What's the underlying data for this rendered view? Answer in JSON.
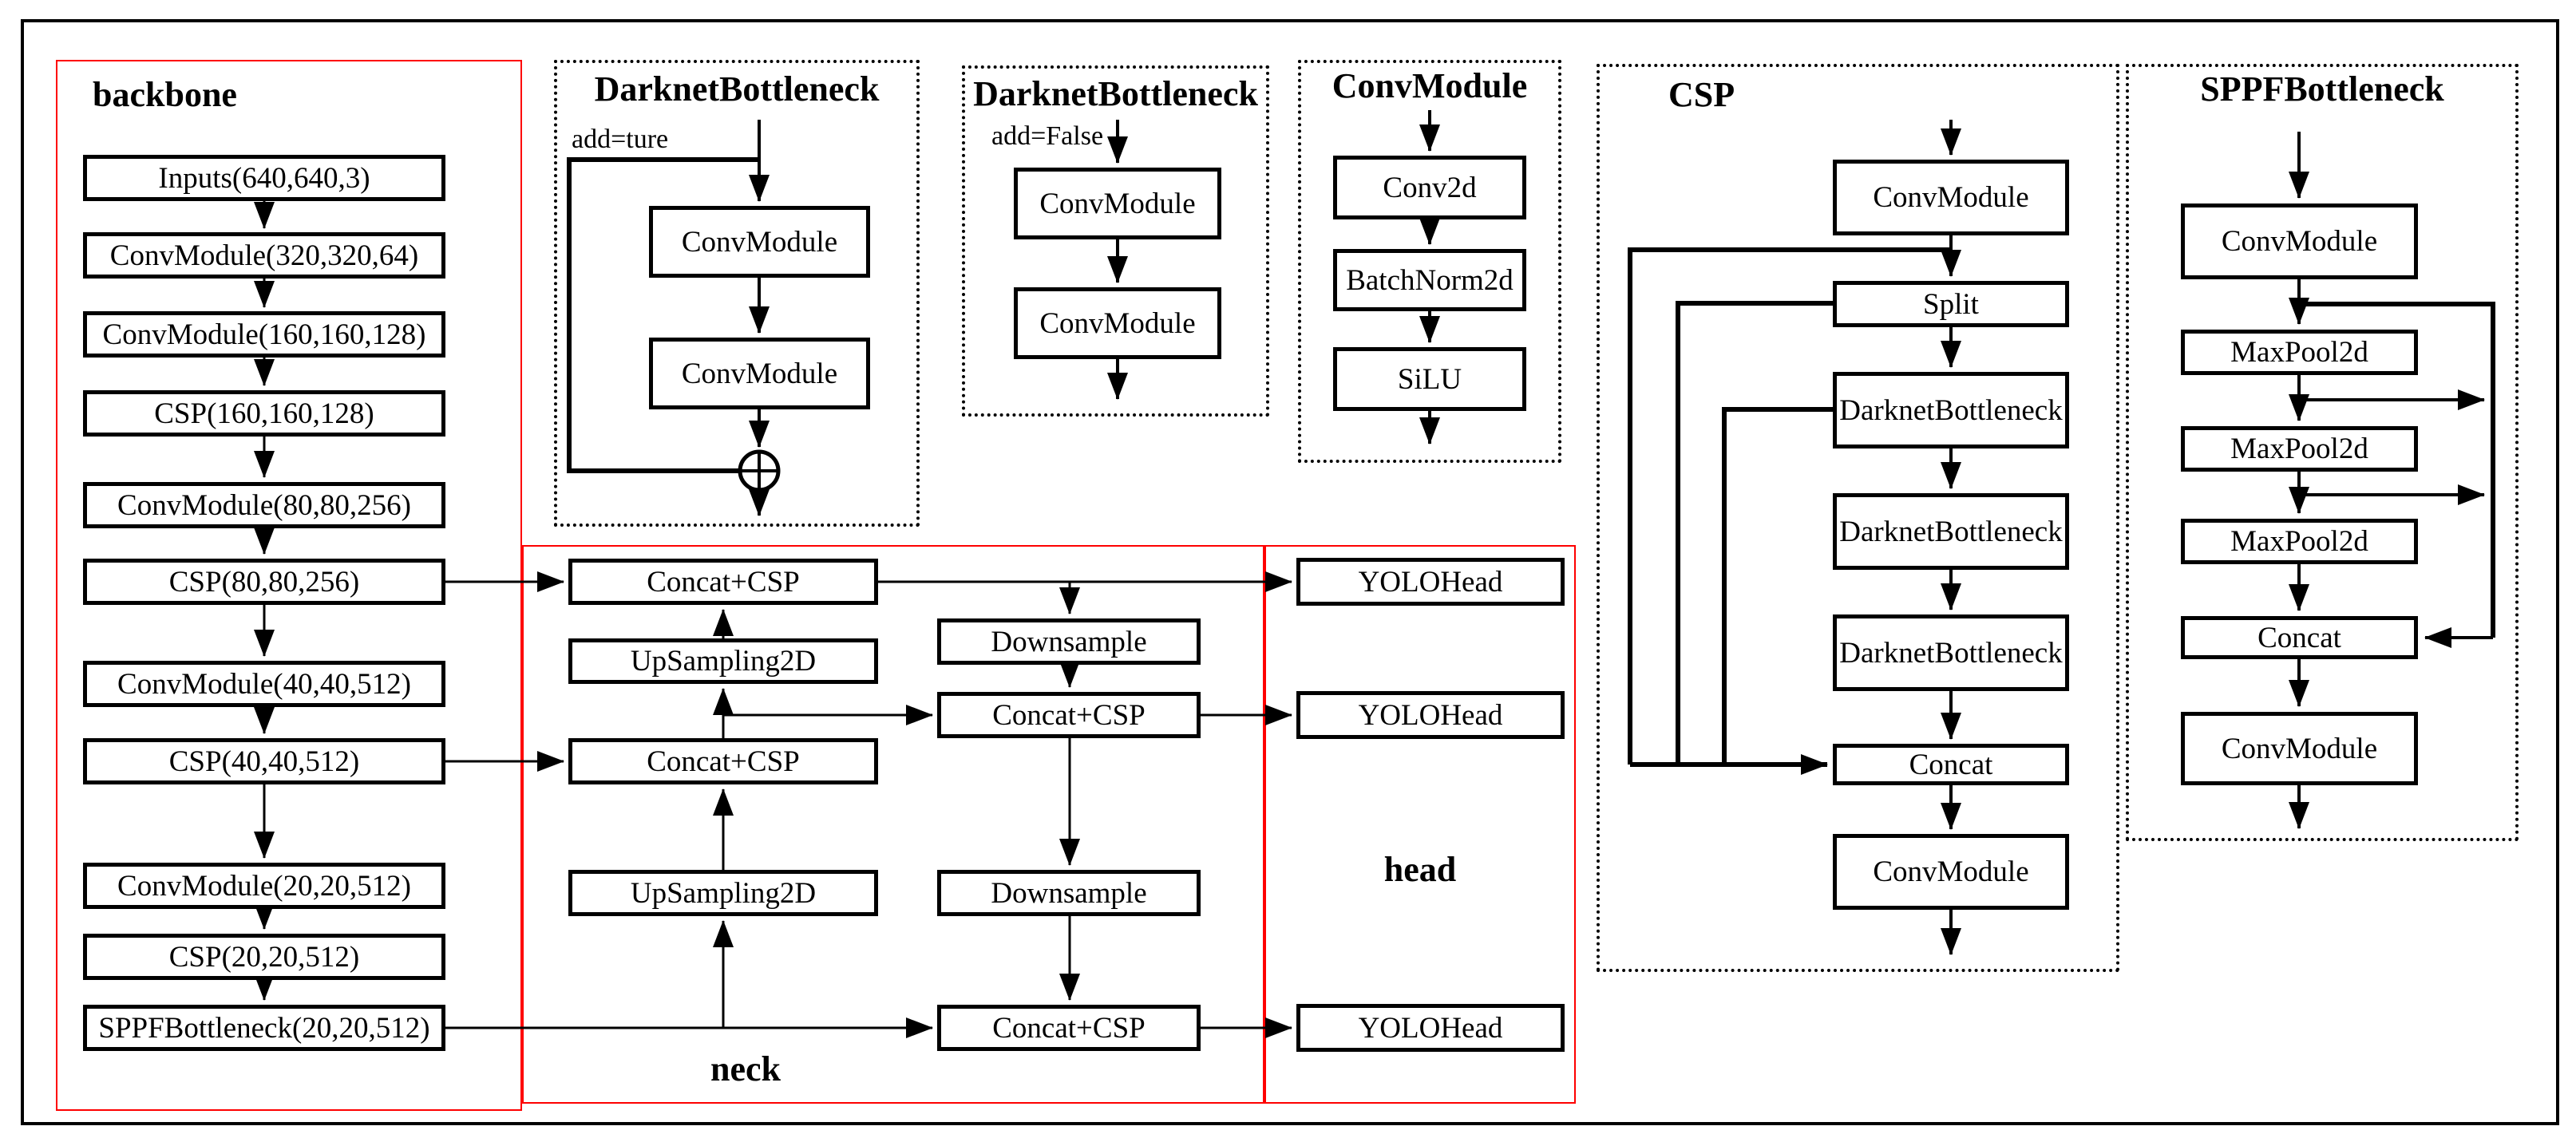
{
  "figure": {
    "background": "#ffffff",
    "line_color": "#000000",
    "region_border_color": "#fe0000",
    "operator_icon": "circle-plus"
  },
  "regions": {
    "backbone": {
      "title": "backbone"
    },
    "neck": {
      "title": "neck"
    },
    "head": {
      "title": "head"
    },
    "db_true": {
      "title": "DarknetBottleneck",
      "annotation": "add=ture"
    },
    "db_false": {
      "title": "DarknetBottleneck",
      "annotation": "add=False"
    },
    "conv_module": {
      "title": "ConvModule"
    },
    "csp": {
      "title": "CSP"
    },
    "sppf": {
      "title": "SPPFBottleneck"
    }
  },
  "backbone": {
    "nodes": [
      "Inputs(640,640,3)",
      "ConvModule(320,320,64)",
      "ConvModule(160,160,128)",
      "CSP(160,160,128)",
      "ConvModule(80,80,256)",
      "CSP(80,80,256)",
      "ConvModule(40,40,512)",
      "CSP(40,40,512)",
      "ConvModule(20,20,512)",
      "CSP(20,20,512)",
      "SPPFBottleneck(20,20,512)"
    ]
  },
  "neck": {
    "nodes": [
      "Concat+CSP",
      "UpSampling2D",
      "Concat+CSP",
      "UpSampling2D",
      "Downsample",
      "Concat+CSP",
      "Downsample",
      "Concat+CSP"
    ]
  },
  "head": {
    "nodes": [
      "YOLOHead",
      "YOLOHead",
      "YOLOHead"
    ]
  },
  "db_true": {
    "nodes": [
      "ConvModule",
      "ConvModule"
    ]
  },
  "db_false": {
    "nodes": [
      "ConvModule",
      "ConvModule"
    ]
  },
  "conv_module": {
    "nodes": [
      "Conv2d",
      "BatchNorm2d",
      "SiLU"
    ]
  },
  "csp": {
    "nodes": [
      "ConvModule",
      "Split",
      "DarknetBottleneck",
      "DarknetBottleneck",
      "DarknetBottleneck",
      "Concat",
      "ConvModule"
    ]
  },
  "sppf": {
    "nodes": [
      "ConvModule",
      "MaxPool2d",
      "MaxPool2d",
      "MaxPool2d",
      "Concat",
      "ConvModule"
    ]
  }
}
